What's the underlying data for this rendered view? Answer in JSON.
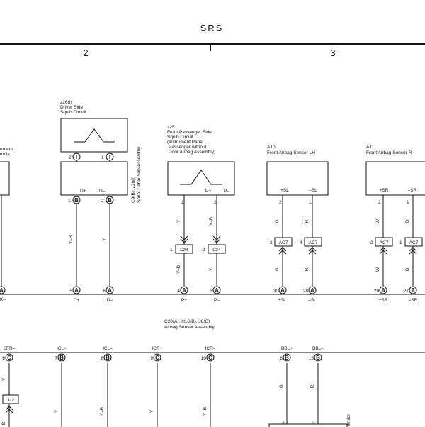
{
  "header": {
    "title": "SRS",
    "section_2": "2",
    "section_3": "3"
  },
  "squib_driver": {
    "id": "z26(I)",
    "line1": "Driver Side",
    "line2": "Squib Circuit",
    "pin_left": "2",
    "pin_right": "1",
    "circ_left": "I",
    "circ_right": "I"
  },
  "spiral": {
    "label1": "C9(B), z26(I)",
    "label2": "Spiral Cable Sub-Assembly",
    "pin_dp": "D+",
    "pin_dm": "D–",
    "pin1": "1",
    "pin2": "2",
    "circ1": "B",
    "circ2": "B"
  },
  "instr_partial": {
    "line1": "ument",
    "line2": "mbly"
  },
  "squib_passenger": {
    "id": "z25",
    "line1": "Front Passenger Side",
    "line2": "Squib Circuit",
    "line3": "(Instrument Panel",
    "line4": "Passenger without",
    "line5": "Door Airbag Assembly)",
    "pin_pp": "P+",
    "pin_pm": "P–",
    "pin1": "1",
    "pin2": "2",
    "conn": "Cz4",
    "conn_pin1": "1",
    "conn_pin2": "2"
  },
  "sensor_lh": {
    "id": "A10",
    "name": "Front Airbag Sensor LH",
    "pin_p": "+SL",
    "pin_m": "–SL",
    "pin1": "2",
    "pin2": "1",
    "conn": "AC7",
    "conn_pin1": "3",
    "conn_pin2": "4"
  },
  "sensor_rh": {
    "id": "A11",
    "name": "Front Airbag Sensor R",
    "pin_p": "+SR",
    "pin_m": "–SR",
    "pin1": "2",
    "pin2": "1",
    "conn": "AC7",
    "conn_pin1": "2",
    "conn_pin2": "1"
  },
  "wires": {
    "yb": "Y–B",
    "y": "Y",
    "g": "G",
    "r": "R",
    "w": "W",
    "b": "B"
  },
  "airbag_assembly": {
    "line1": "C20(A), H10(B), J8(C)",
    "line2": "Airbag Sensor Assembly",
    "top_pins": [
      {
        "num": "5",
        "circ": "A",
        "label": "D+"
      },
      {
        "num": "6",
        "circ": "A",
        "label": "D–"
      },
      {
        "num": "4",
        "circ": "A",
        "label": "P+"
      },
      {
        "num": "3",
        "circ": "A",
        "label": "P–"
      },
      {
        "num": "30",
        "circ": "A",
        "label": "+SL"
      },
      {
        "num": "28",
        "circ": "A",
        "label": "–SL"
      },
      {
        "num": "29",
        "circ": "A",
        "label": "+SR"
      },
      {
        "num": "27",
        "circ": "A",
        "label": "–SR"
      }
    ],
    "left_pin": {
      "circ": "A",
      "label": "K–"
    },
    "bottom_pins": [
      {
        "name": "SFR–",
        "num": "6",
        "circ": "C"
      },
      {
        "name": "ICL+",
        "num": "7",
        "circ": "B"
      },
      {
        "name": "ICL–",
        "num": "6",
        "circ": "B"
      },
      {
        "name": "ICR+",
        "num": "9",
        "circ": "C"
      },
      {
        "name": "ICR–",
        "num": "10",
        "circ": "C"
      },
      {
        "name": "BBL+",
        "num": "8",
        "circ": "B"
      },
      {
        "name": "BBL–",
        "num": "15",
        "circ": "B"
      }
    ]
  },
  "bottom": {
    "conn_jz2": "Jz2",
    "pin_4": "4",
    "pin_3": "3",
    "side_text": "ensor"
  }
}
